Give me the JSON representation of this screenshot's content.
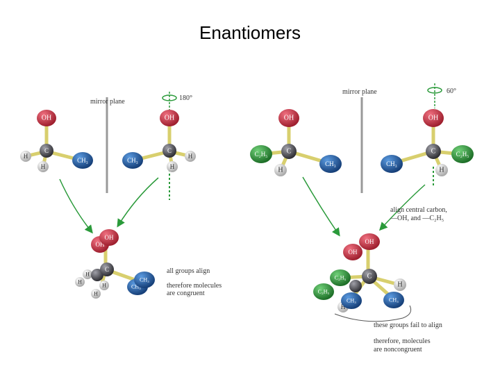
{
  "title": "Enantiomers",
  "left": {
    "mirror_label": "mirror plane",
    "rotation_label": "180°",
    "note_align": "all groups align",
    "note_congruent_1": "therefore molecules",
    "note_congruent_2": "are congruent"
  },
  "right": {
    "mirror_label": "mirror plane",
    "rotation_label": "60°",
    "note_align_1": "align central carbon,",
    "note_align_2": "—OH, and —C₂H₅",
    "note_fail": "these groups fail to align",
    "note_noncongruent_1": "therefore, molecules",
    "note_noncongruent_2": "are noncongruent"
  },
  "atoms": {
    "oh": "OH",
    "c": "C",
    "h": "H",
    "ch3": "CH₃",
    "c2h5": "C₂H₅"
  },
  "colors": {
    "oh": "#c0283a",
    "c": "#4a4a4f",
    "h": "#d6d6d6",
    "ch3": "#1f5fa6",
    "c2h5": "#2f9a3a",
    "arrow": "#2a9a3a",
    "bond": "#d8cf6e"
  }
}
